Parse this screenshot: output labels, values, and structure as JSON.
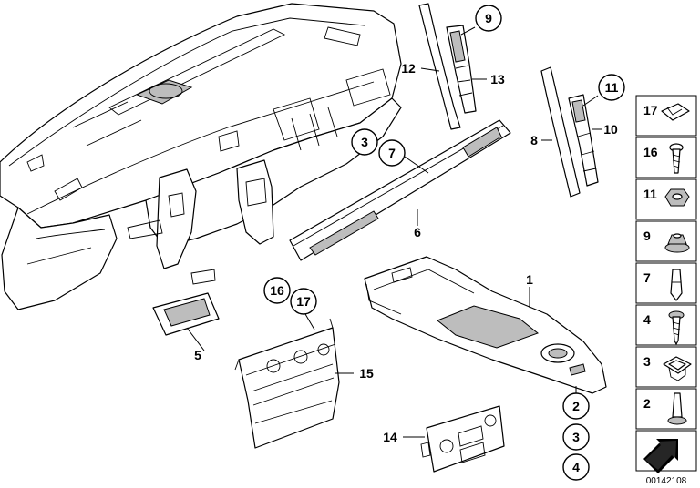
{
  "diagram_id": "00142108",
  "callouts": {
    "c1": "1",
    "c2": "2",
    "c3": "3",
    "c4": "4",
    "c5": "5",
    "c6": "6",
    "c7": "7",
    "c8": "8",
    "c9": "9",
    "c10": "10",
    "c11": "11",
    "c12": "12",
    "c13": "13",
    "c14": "14",
    "c15": "15",
    "c16": "16",
    "c17": "17"
  },
  "legend": [
    {
      "num": "17",
      "icon": "spring-nut-icon"
    },
    {
      "num": "16",
      "icon": "screw-icon"
    },
    {
      "num": "11",
      "icon": "hex-nut-icon"
    },
    {
      "num": "9",
      "icon": "collar-nut-icon"
    },
    {
      "num": "7",
      "icon": "expansion-rivet-icon"
    },
    {
      "num": "4",
      "icon": "tapping-screw-icon"
    },
    {
      "num": "3",
      "icon": "clip-icon"
    },
    {
      "num": "2",
      "icon": "push-pin-icon"
    }
  ]
}
